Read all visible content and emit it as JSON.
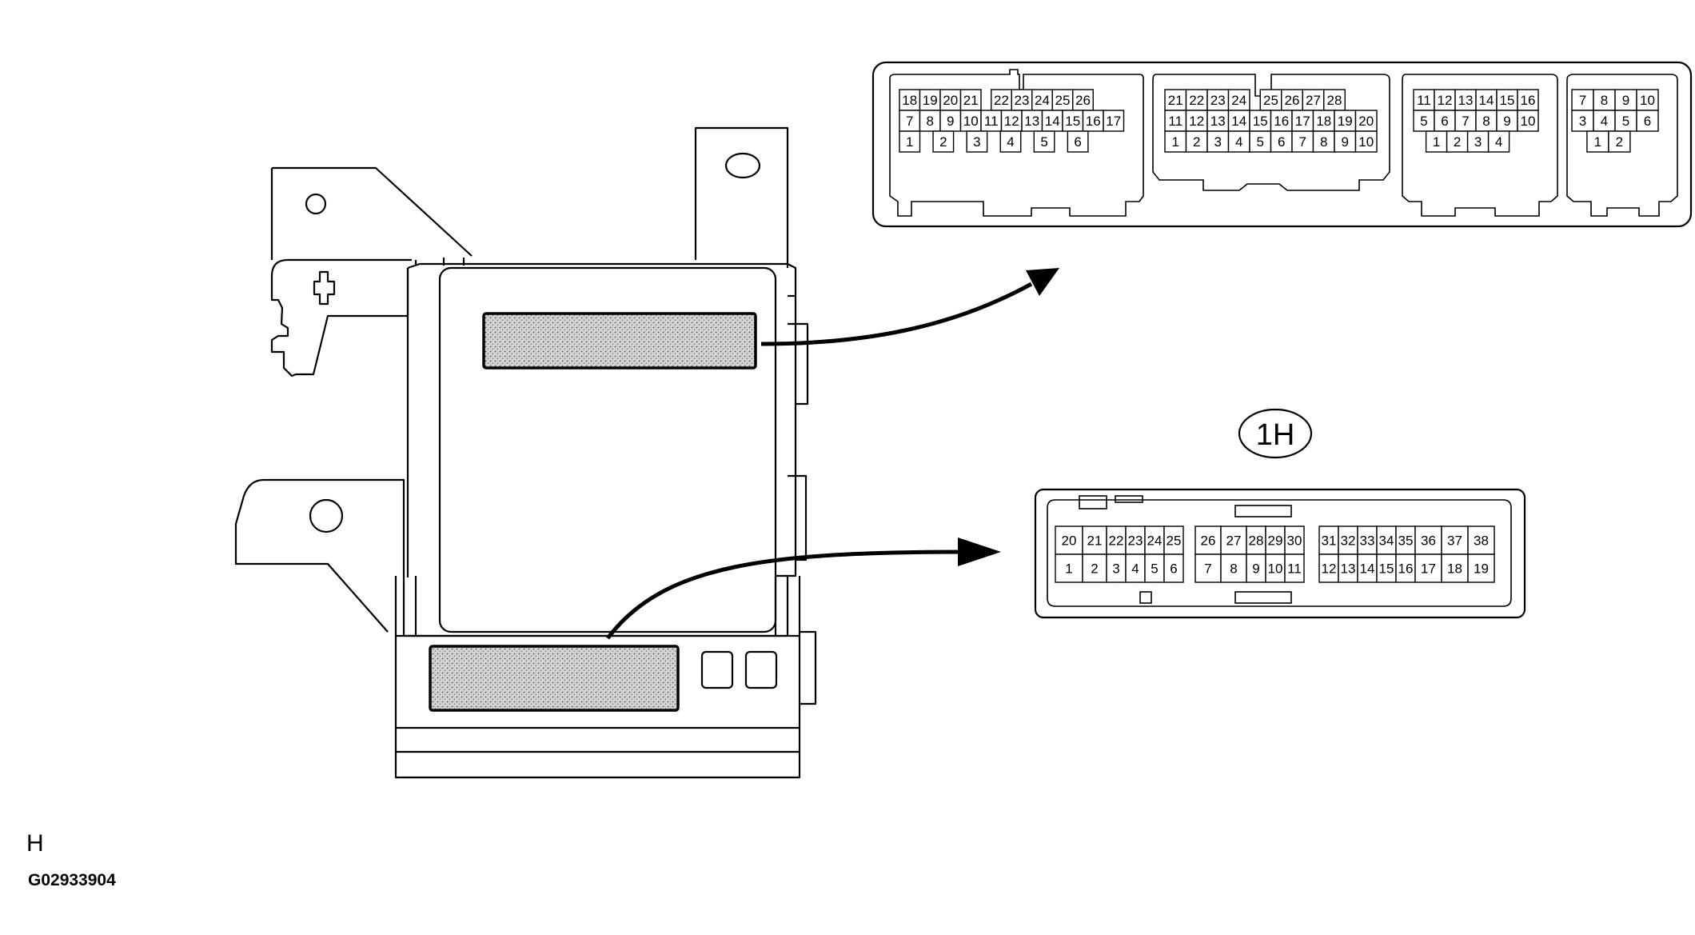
{
  "corner_letter": "H",
  "figure_code": "G02933904",
  "connector_label": "1H",
  "icons": [
    "ecu-bracket-illustration",
    "connector-arrow-icon"
  ],
  "upper_connector": {
    "sections": [
      {
        "rows": [
          [
            "18",
            "19",
            "20",
            "21",
            "",
            "",
            "",
            "",
            "22",
            "23",
            "24",
            "25",
            "26"
          ],
          [
            "7",
            "8",
            "9",
            "10",
            "11",
            "12",
            "13",
            "14",
            "15",
            "16",
            "17"
          ],
          [
            "1",
            "2",
            "3",
            "4",
            "5",
            "6"
          ]
        ]
      },
      {
        "rows": [
          [
            "21",
            "22",
            "23",
            "24",
            "",
            "25",
            "26",
            "27",
            "28"
          ],
          [
            "11",
            "12",
            "13",
            "14",
            "15",
            "16",
            "17",
            "18",
            "19",
            "20"
          ],
          [
            "1",
            "2",
            "3",
            "4",
            "5",
            "6",
            "7",
            "8",
            "9",
            "10"
          ]
        ]
      },
      {
        "rows": [
          [
            "11",
            "12",
            "13",
            "14",
            "15",
            "16"
          ],
          [
            "5",
            "6",
            "7",
            "8",
            "9",
            "10"
          ],
          [
            "1",
            "2",
            "3",
            "4"
          ]
        ]
      },
      {
        "rows": [
          [
            "7",
            "8",
            "9",
            "10"
          ],
          [
            "3",
            "4",
            "5",
            "6"
          ],
          [
            "1",
            "2"
          ]
        ]
      }
    ]
  },
  "lower_connector": {
    "rows": [
      [
        "20",
        "21",
        "22",
        "23",
        "24",
        "25",
        "26",
        "27",
        "28",
        "29",
        "30",
        "31",
        "32",
        "33",
        "34",
        "35",
        "36",
        "37",
        "38"
      ],
      [
        "1",
        "2",
        "3",
        "4",
        "5",
        "6",
        "7",
        "8",
        "9",
        "10",
        "11",
        "12",
        "13",
        "14",
        "15",
        "16",
        "17",
        "18",
        "19"
      ]
    ]
  }
}
